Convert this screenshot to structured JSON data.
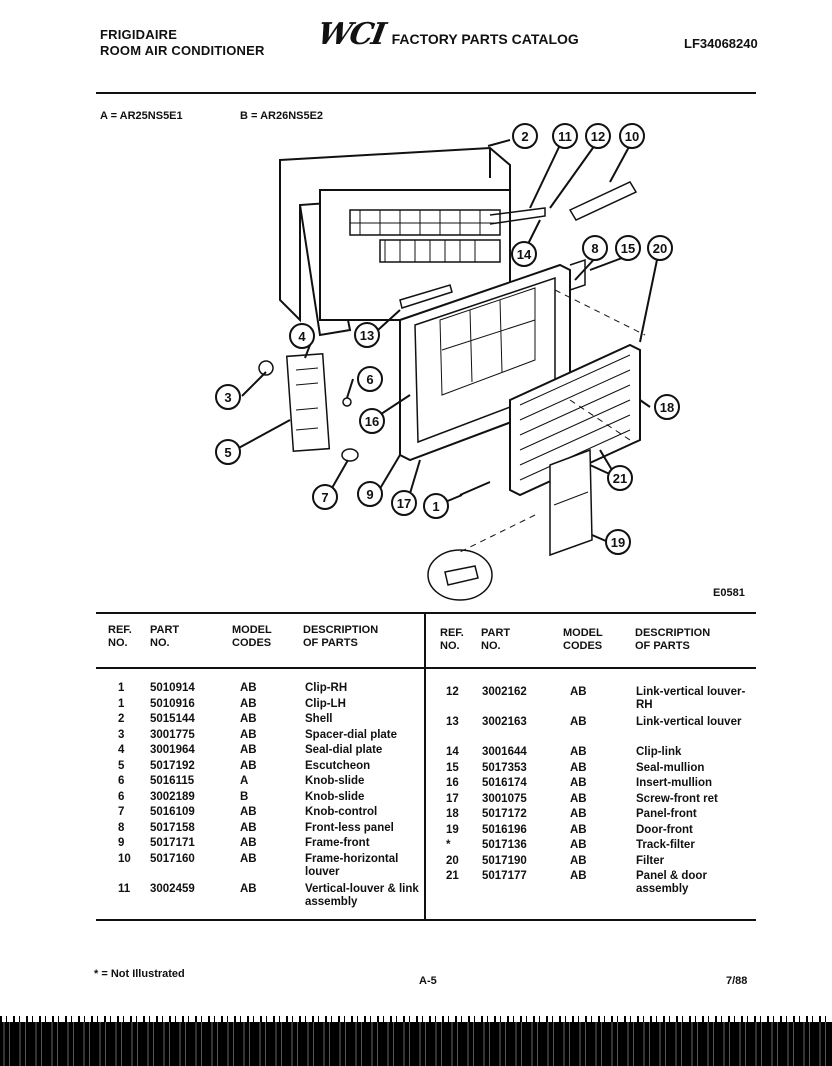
{
  "header": {
    "brand": "FRIGIDAIRE",
    "product": "ROOM AIR CONDITIONER",
    "logo_text": "WCI",
    "catalog_title": "FACTORY PARTS CATALOG",
    "doc_number": "LF34068240"
  },
  "models": {
    "a": "A = AR25NS5E1",
    "b": "B = AR26NS5E2"
  },
  "diagram": {
    "code": "E0581",
    "callouts": [
      "1",
      "2",
      "3",
      "4",
      "5",
      "6",
      "7",
      "8",
      "9",
      "10",
      "11",
      "12",
      "13",
      "14",
      "15",
      "16",
      "17",
      "18",
      "19",
      "20",
      "21"
    ]
  },
  "table": {
    "headers": {
      "ref": "REF.\nNO.",
      "part": "PART\nNO.",
      "model": "MODEL\nCODES",
      "desc": "DESCRIPTION\nOF PARTS",
      "part_right": "PART\nNO."
    },
    "left_rows": [
      {
        "ref": "1",
        "part": "5010914",
        "model": "AB",
        "desc": "Clip-RH"
      },
      {
        "ref": "1",
        "part": "5010916",
        "model": "AB",
        "desc": "Clip-LH"
      },
      {
        "ref": "2",
        "part": "5015144",
        "model": "AB",
        "desc": "Shell"
      },
      {
        "ref": "3",
        "part": "3001775",
        "model": "AB",
        "desc": "Spacer-dial plate"
      },
      {
        "ref": "4",
        "part": "3001964",
        "model": "AB",
        "desc": "Seal-dial plate"
      },
      {
        "ref": "5",
        "part": "5017192",
        "model": "AB",
        "desc": "Escutcheon"
      },
      {
        "ref": "6",
        "part": "5016115",
        "model": "A",
        "desc": "Knob-slide"
      },
      {
        "ref": "6",
        "part": "3002189",
        "model": "B",
        "desc": "Knob-slide"
      },
      {
        "ref": "7",
        "part": "5016109",
        "model": "AB",
        "desc": "Knob-control"
      },
      {
        "ref": "8",
        "part": "5017158",
        "model": "AB",
        "desc": "Front-less panel"
      },
      {
        "ref": "9",
        "part": "5017171",
        "model": "AB",
        "desc": "Frame-front"
      },
      {
        "ref": "10",
        "part": "5017160",
        "model": "AB",
        "desc": "Frame-horizontal louver"
      },
      {
        "ref": "11",
        "part": "3002459",
        "model": "AB",
        "desc": "Vertical-louver & link assembly"
      }
    ],
    "right_rows": [
      {
        "ref": "12",
        "part": "3002162",
        "model": "AB",
        "desc": "Link-vertical louver-RH"
      },
      {
        "ref": "13",
        "part": "3002163",
        "model": "AB",
        "desc": "Link-vertical louver"
      },
      {
        "ref": "14",
        "part": "3001644",
        "model": "AB",
        "desc": "Clip-link"
      },
      {
        "ref": "15",
        "part": "5017353",
        "model": "AB",
        "desc": "Seal-mullion"
      },
      {
        "ref": "16",
        "part": "5016174",
        "model": "AB",
        "desc": "Insert-mullion"
      },
      {
        "ref": "17",
        "part": "3001075",
        "model": "AB",
        "desc": "Screw-front ret"
      },
      {
        "ref": "18",
        "part": "5017172",
        "model": "AB",
        "desc": "Panel-front"
      },
      {
        "ref": "19",
        "part": "5016196",
        "model": "AB",
        "desc": "Door-front"
      },
      {
        "ref": "*",
        "part": "5017136",
        "model": "AB",
        "desc": "Track-filter"
      },
      {
        "ref": "20",
        "part": "5017190",
        "model": "AB",
        "desc": "Filter"
      },
      {
        "ref": "21",
        "part": "5017177",
        "model": "AB",
        "desc": "Panel & door assembly"
      }
    ]
  },
  "footer": {
    "note": "* = Not Illustrated",
    "page": "A-5",
    "date": "7/88"
  }
}
